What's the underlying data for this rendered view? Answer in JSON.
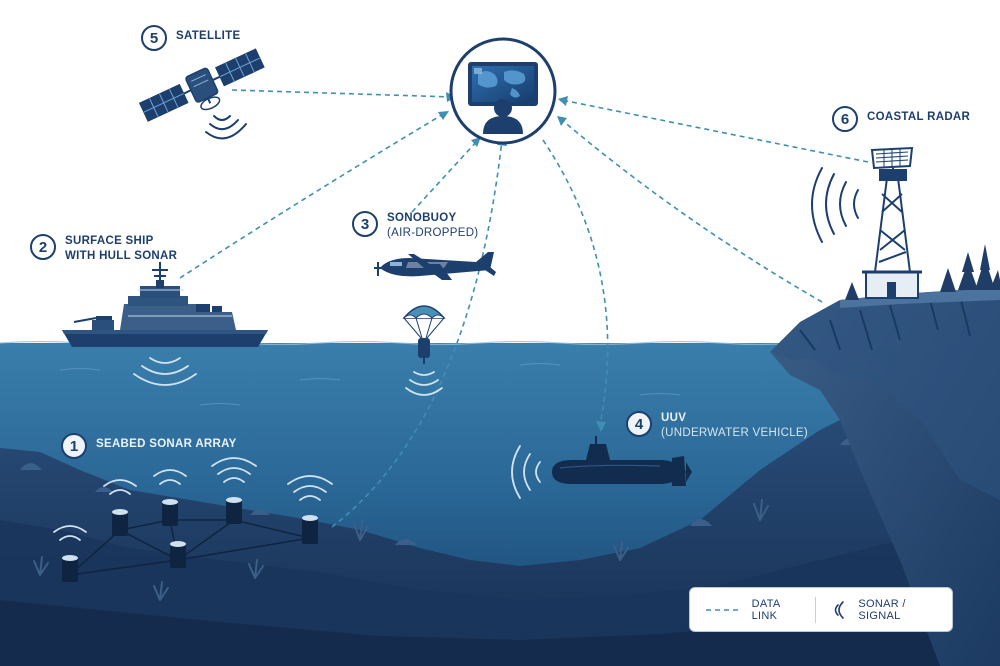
{
  "callouts": [
    {
      "number": "1",
      "label": "SEABED SONAR ARRAY",
      "sublabel": ""
    },
    {
      "number": "2",
      "label": "SURFACE SHIP",
      "sublabel": "WITH HULL SONAR"
    },
    {
      "number": "3",
      "label": "SONOBUOY",
      "sublabel": "(AIR-DROPPED)"
    },
    {
      "number": "4",
      "label": "UUV",
      "sublabel": "(UNDERWATER VEHICLE)"
    },
    {
      "number": "5",
      "label": "SATELLITE",
      "sublabel": ""
    },
    {
      "number": "6",
      "label": "COASTAL RADAR",
      "sublabel": ""
    }
  ],
  "legend": {
    "data_link": "DATA LINK",
    "sonar_signal": "SONAR / SIGNAL"
  },
  "colors": {
    "navy": "#1d3f6e",
    "link": "#3f8fb3",
    "sea": "#2a6796",
    "deep": "#153f68",
    "seabed": "#1e3c63",
    "sky": "#ffffff"
  },
  "icons": [
    "satellite-icon",
    "command-center-icon",
    "ship-icon",
    "aircraft-icon",
    "parachute-icon",
    "submarine-icon",
    "radar-tower-icon",
    "sonar-wave-icon"
  ]
}
